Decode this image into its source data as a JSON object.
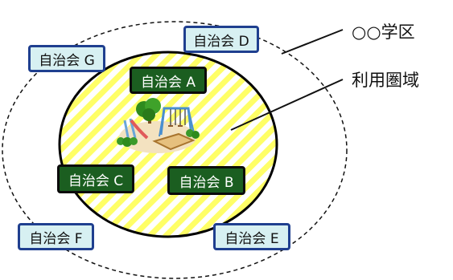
{
  "labels": {
    "school_district": "○○学区",
    "usage_area": "利用圏域"
  },
  "associations": {
    "a": "自治会 A",
    "b": "自治会 B",
    "c": "自治会 C",
    "d": "自治会 D",
    "e": "自治会 E",
    "f": "自治会 F",
    "g": "自治会 G"
  },
  "colors": {
    "hatch_yellow": "#ffff66",
    "inner_box_fill": "#1b5e20",
    "outer_box_fill": "#d7f0f2",
    "outer_box_border": "#1f3f8f"
  },
  "icons": {
    "center": "playground-icon"
  }
}
